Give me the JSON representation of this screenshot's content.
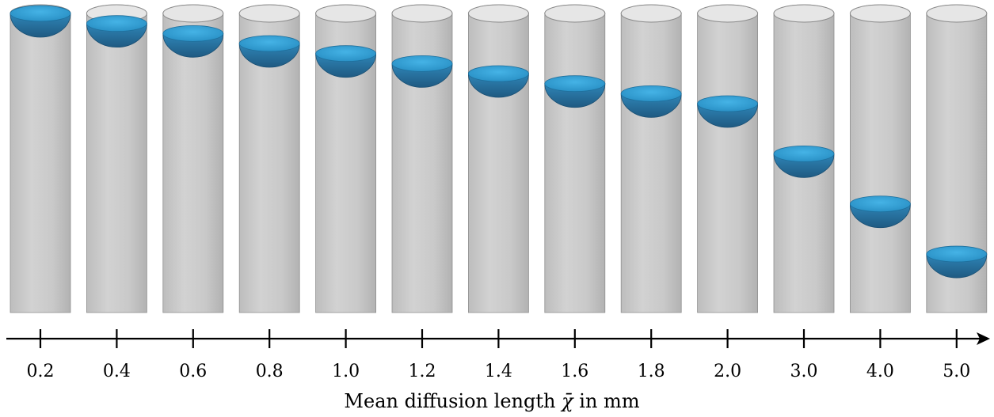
{
  "axis": {
    "title_prefix": "Mean diffusion length",
    "symbol": "χ̄",
    "title_suffix": "in mm"
  },
  "colors": {
    "cylinder": "#cbcbcb",
    "cylinder_edge": "#8f8f8f",
    "fluid_light": "#3ba3d6",
    "fluid_dark": "#1d5b84"
  },
  "samples": [
    {
      "label": "0.2",
      "value": 0.2,
      "fill_depth": 0.0
    },
    {
      "label": "0.4",
      "value": 0.4,
      "fill_depth": 0.0362
    },
    {
      "label": "0.6",
      "value": 0.6,
      "fill_depth": 0.0724
    },
    {
      "label": "0.8",
      "value": 0.8,
      "fill_depth": 0.1086
    },
    {
      "label": "1.0",
      "value": 1.0,
      "fill_depth": 0.1448
    },
    {
      "label": "1.2",
      "value": 1.2,
      "fill_depth": 0.181
    },
    {
      "label": "1.4",
      "value": 1.4,
      "fill_depth": 0.2172
    },
    {
      "label": "1.6",
      "value": 1.6,
      "fill_depth": 0.2534
    },
    {
      "label": "1.8",
      "value": 1.8,
      "fill_depth": 0.2896
    },
    {
      "label": "2.0",
      "value": 2.0,
      "fill_depth": 0.3258
    },
    {
      "label": "3.0",
      "value": 3.0,
      "fill_depth": 0.5068
    },
    {
      "label": "4.0",
      "value": 4.0,
      "fill_depth": 0.6878
    },
    {
      "label": "5.0",
      "value": 5.0,
      "fill_depth": 0.8688
    }
  ]
}
